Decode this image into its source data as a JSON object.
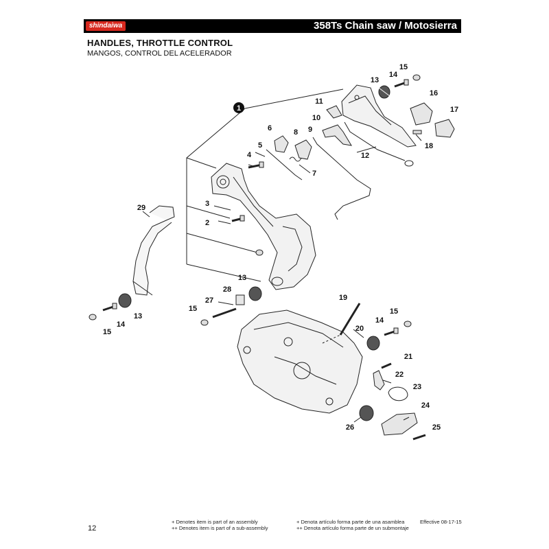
{
  "header": {
    "brand": "shindaiwa",
    "title": "358Ts Chain saw / Motosierra"
  },
  "section": {
    "title": "HANDLES, THROTTLE CONTROL",
    "subtitle": "MANGOS, CONTROL DEL ACELERADOR"
  },
  "callouts": [
    {
      "id": "c1",
      "label": "1",
      "circled": true
    },
    {
      "id": "c2",
      "label": "2"
    },
    {
      "id": "c3",
      "label": "3"
    },
    {
      "id": "c4",
      "label": "4"
    },
    {
      "id": "c5",
      "label": "5"
    },
    {
      "id": "c6",
      "label": "6"
    },
    {
      "id": "c7",
      "label": "7"
    },
    {
      "id": "c8",
      "label": "8"
    },
    {
      "id": "c9",
      "label": "9"
    },
    {
      "id": "c10",
      "label": "10"
    },
    {
      "id": "c11",
      "label": "11"
    },
    {
      "id": "c12",
      "label": "12"
    },
    {
      "id": "c13a",
      "label": "13"
    },
    {
      "id": "c14a",
      "label": "14"
    },
    {
      "id": "c15a",
      "label": "15"
    },
    {
      "id": "c16",
      "label": "16"
    },
    {
      "id": "c17",
      "label": "17"
    },
    {
      "id": "c18",
      "label": "18"
    },
    {
      "id": "c29",
      "label": "29"
    },
    {
      "id": "c13b",
      "label": "13"
    },
    {
      "id": "c14b",
      "label": "14"
    },
    {
      "id": "c15b",
      "label": "15"
    },
    {
      "id": "c13c",
      "label": "13"
    },
    {
      "id": "c28",
      "label": "28"
    },
    {
      "id": "c27",
      "label": "27"
    },
    {
      "id": "c15c",
      "label": "15"
    },
    {
      "id": "c19",
      "label": "19"
    },
    {
      "id": "c14c",
      "label": "14"
    },
    {
      "id": "c15d",
      "label": "15"
    },
    {
      "id": "c20",
      "label": "20"
    },
    {
      "id": "c21",
      "label": "21"
    },
    {
      "id": "c22",
      "label": "22"
    },
    {
      "id": "c23",
      "label": "23"
    },
    {
      "id": "c24",
      "label": "24"
    },
    {
      "id": "c25",
      "label": "25"
    },
    {
      "id": "c26",
      "label": "26"
    }
  ],
  "footer": {
    "page_number": "12",
    "note_en_1": "+ Denotes item is part of an assembly",
    "note_en_2": "++ Denotes item is part of a sub-assembly",
    "note_es_1": "+ Denota artículo forma parte de una asamblea",
    "note_es_2": "++ Denota artículo forma parte de un submontaje",
    "effective": "Effective 08-17-15"
  },
  "colors": {
    "header_bg": "#000000",
    "brand_red": "#d7281e",
    "line": "#222222",
    "part_fill": "#eeeeee"
  }
}
